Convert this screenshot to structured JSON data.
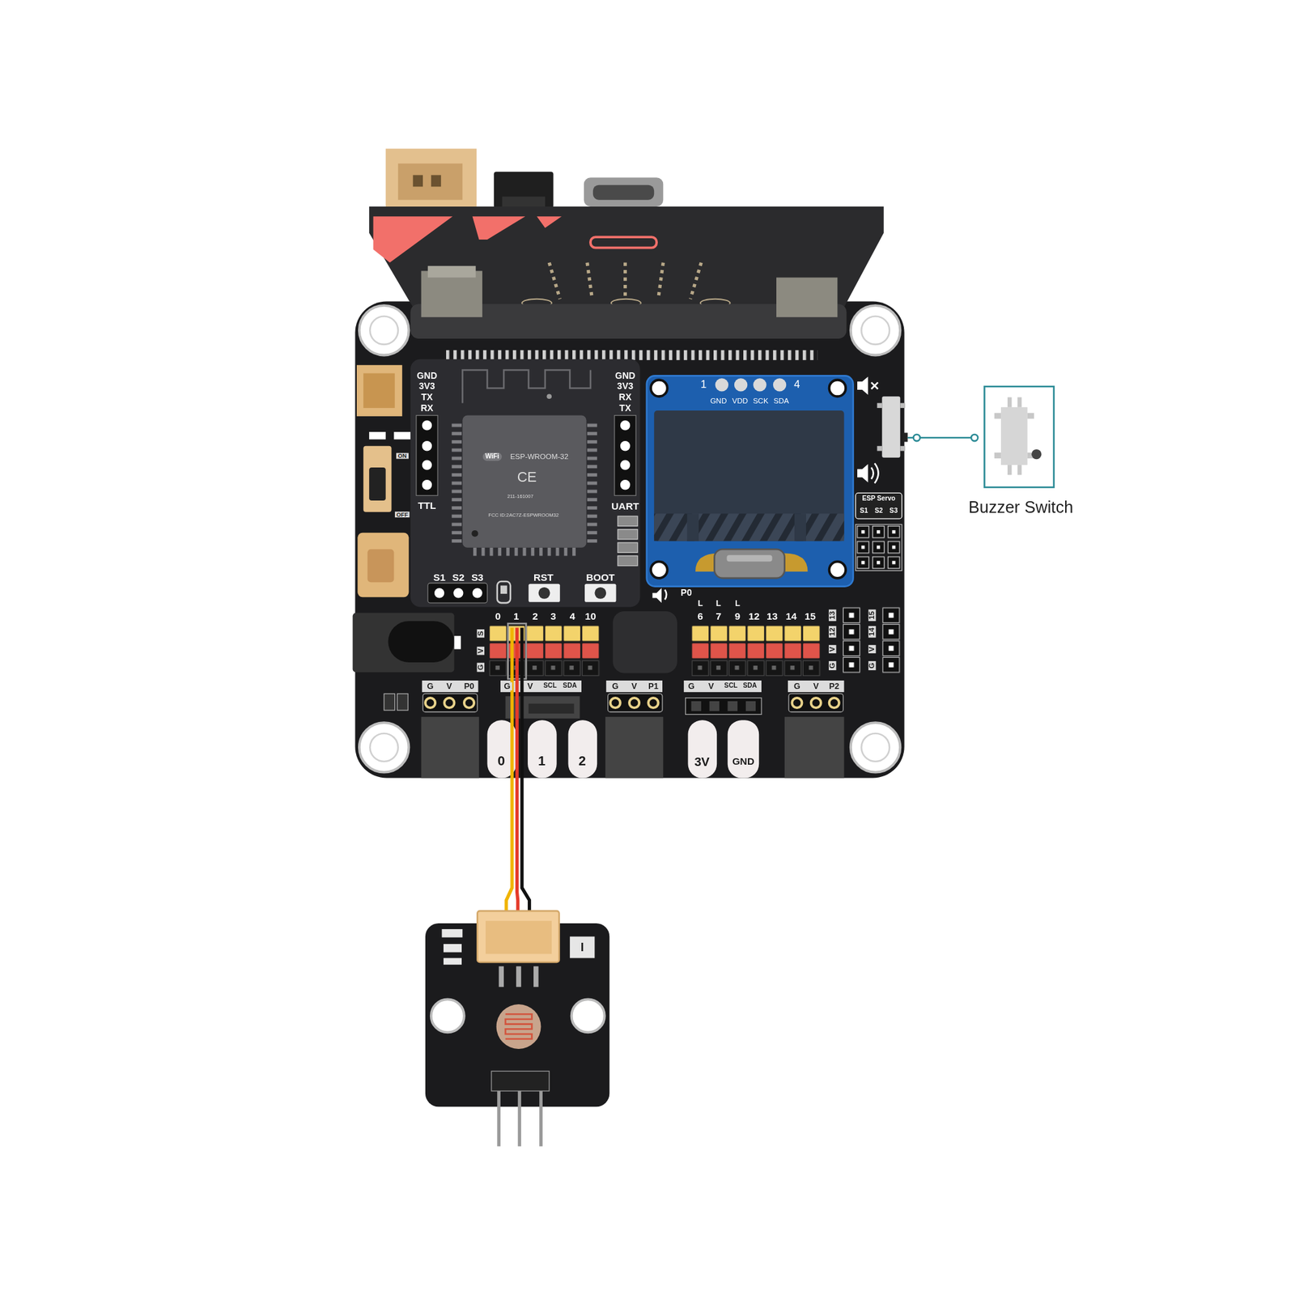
{
  "diagram": {
    "nodes": [
      {
        "text": [
          "Buzzer Switch"
        ]
      }
    ],
    "labels": [
      "GND",
      "3V3",
      "TX",
      "RX",
      "TTL",
      "GND",
      "3V3",
      "RX",
      "TX",
      "UART",
      "ON",
      "OFF",
      "WiFi",
      "ESP-WROOM-32",
      "CE",
      "211-161007",
      "FCC ID:2AC7Z-ESPWROOM32",
      "S1",
      "S2",
      "S3",
      "RST",
      "BOOT",
      "1",
      "4",
      "GND",
      "VDD",
      "SCK",
      "SDA",
      "ESP Servo",
      "S1",
      "S2",
      "S3",
      "P0",
      "0",
      "1",
      "2",
      "3",
      "4",
      "10",
      "S",
      "V",
      "G",
      "L",
      "L",
      "L",
      "6",
      "7",
      "9",
      "12",
      "13",
      "14",
      "15",
      "13",
      "12",
      "V",
      "G",
      "15",
      "14",
      "V",
      "G",
      "G",
      "V",
      "P0",
      "G",
      "V",
      "SCL",
      "SDA",
      "G",
      "V",
      "P1",
      "G",
      "V",
      "SCL",
      "SDA",
      "G",
      "V",
      "P2",
      "0",
      "1",
      "2",
      "3V",
      "GND",
      "I"
    ]
  }
}
